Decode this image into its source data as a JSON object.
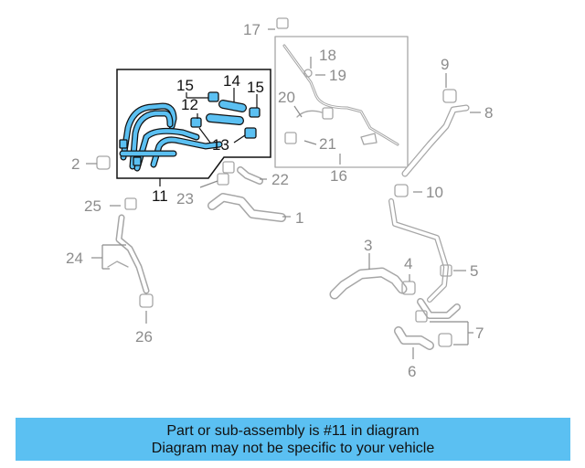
{
  "diagram": {
    "callouts": [
      {
        "id": "c1",
        "text": "1"
      },
      {
        "id": "c2",
        "text": "2"
      },
      {
        "id": "c3",
        "text": "3"
      },
      {
        "id": "c4",
        "text": "4"
      },
      {
        "id": "c5",
        "text": "5"
      },
      {
        "id": "c6",
        "text": "6"
      },
      {
        "id": "c7",
        "text": "7"
      },
      {
        "id": "c8",
        "text": "8"
      },
      {
        "id": "c9",
        "text": "9"
      },
      {
        "id": "c10",
        "text": "10"
      },
      {
        "id": "c11",
        "text": "11"
      },
      {
        "id": "c12",
        "text": "12"
      },
      {
        "id": "c13",
        "text": "13"
      },
      {
        "id": "c14",
        "text": "14"
      },
      {
        "id": "c15a",
        "text": "15"
      },
      {
        "id": "c15b",
        "text": "15"
      },
      {
        "id": "c16",
        "text": "16"
      },
      {
        "id": "c17",
        "text": "17"
      },
      {
        "id": "c18",
        "text": "18"
      },
      {
        "id": "c19",
        "text": "19"
      },
      {
        "id": "c20",
        "text": "20"
      },
      {
        "id": "c21",
        "text": "21"
      },
      {
        "id": "c22",
        "text": "22"
      },
      {
        "id": "c23",
        "text": "23"
      },
      {
        "id": "c24",
        "text": "24"
      },
      {
        "id": "c25",
        "text": "25"
      },
      {
        "id": "c26",
        "text": "26"
      }
    ],
    "colors": {
      "highlight": "#5bc0f2",
      "outline": "#111111",
      "part": "#a6a6a6"
    }
  },
  "banner": {
    "line1": "Part or sub-assembly is #11 in diagram",
    "line2": "Diagram may not be specific to your vehicle"
  }
}
